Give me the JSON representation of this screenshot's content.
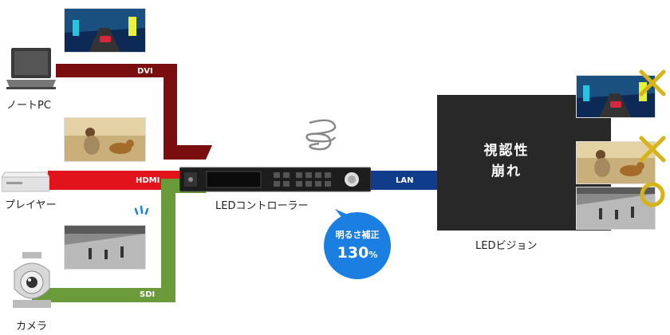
{
  "devices": {
    "laptop": "ノートPC",
    "player": "プレイヤー",
    "camera": "カメラ",
    "controller": "LEDコントローラー",
    "vision": "LEDビジョン"
  },
  "cables": {
    "dvi": "DVI",
    "hdmi": "HDMI",
    "sdi": "SDI",
    "lan": "LAN"
  },
  "wall": {
    "line1": "視認性",
    "line2": "崩れ"
  },
  "bubble": {
    "line1": "明るさ補正",
    "value": "130",
    "unit": "%"
  },
  "colors": {
    "dvi": "#7a0d0d",
    "hdmi": "#e0141a",
    "sdi": "#6a9a3a",
    "lan": "#0f3d8c",
    "bubble": "#1a7fe0",
    "mark": "#d6b318"
  }
}
